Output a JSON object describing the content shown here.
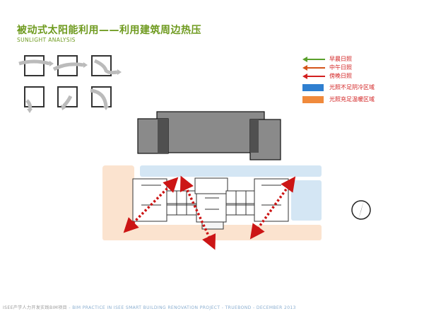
{
  "header": {
    "title": "被动式太阳能利用——利用建筑周边热压",
    "subtitle": "SUNLIGHT ANALYSIS"
  },
  "legend": {
    "arrows": [
      {
        "label": "早晨日照",
        "color": "#5aa02c"
      },
      {
        "label": "中午日照",
        "color": "#d4541a"
      },
      {
        "label": "傍晚日照",
        "color": "#d21f1f"
      }
    ],
    "areas": [
      {
        "label": "光照不足阴冷区域",
        "color": "#2f7fd0"
      },
      {
        "label": "光照充足温暖区域",
        "color": "#f08a3c"
      }
    ]
  },
  "colors": {
    "accent": "#6e9a1e",
    "cold_zone": "#d4e6f4",
    "warm_zone": "#fbe3cf",
    "arrow_red": "#cc1515",
    "block_gray": "#8a8a8a"
  },
  "footer": {
    "left": "ISEE产学人力开发实践BIM项目",
    "right": " - BIM PRACTICE IN ISEE SMART BUILDING RENOVATION PROJECT - TRUEBOND - DECEMBER 2013"
  }
}
